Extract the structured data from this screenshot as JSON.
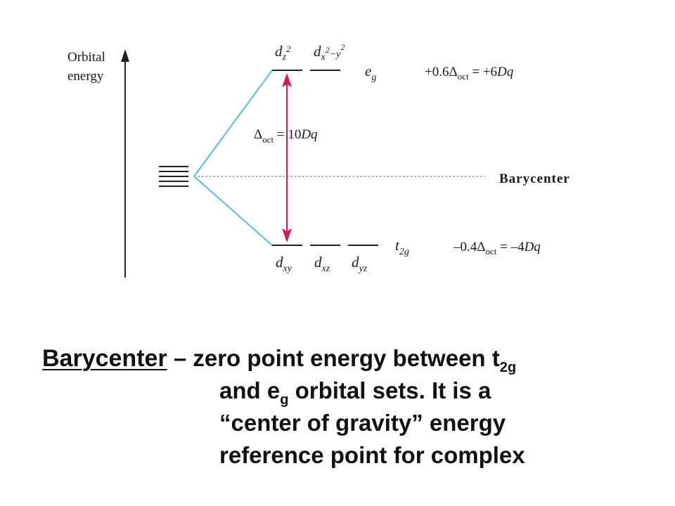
{
  "diagram": {
    "axis": {
      "label_line1": "Orbital",
      "label_line2": "energy"
    },
    "eg_set": {
      "orbital_1": {
        "base": "d",
        "sub": "z",
        "sup": "2"
      },
      "orbital_2": {
        "base": "d",
        "sub": "x",
        "sup1": "2",
        "minus": "−",
        "sub2": "y",
        "sup2": "2"
      },
      "label": {
        "base": "e",
        "sub": "g"
      },
      "energy": {
        "prefix": "+0.6Δ",
        "sub": "oct",
        "suffix": " = +6",
        "unit": "Dq"
      }
    },
    "t2g_set": {
      "orbitals": [
        {
          "base": "d",
          "sub": "xy"
        },
        {
          "base": "d",
          "sub": "xz"
        },
        {
          "base": "d",
          "sub": "yz"
        }
      ],
      "label": {
        "base": "t",
        "sub": "2g"
      },
      "energy": {
        "prefix": "–0.4Δ",
        "sub": "oct",
        "suffix": " = –4",
        "unit": "Dq"
      }
    },
    "splitting": {
      "prefix": "Δ",
      "sub": "oct",
      "suffix": " = 10",
      "unit": "Dq"
    },
    "barycenter_label": "Barycenter",
    "colors": {
      "split_lines": "#5bbcd6",
      "arrow": "#d9195f",
      "levels": "#222222",
      "dotted": "#777777"
    }
  },
  "definition": {
    "term": "Barycenter",
    "line1_text": " – zero point energy between t",
    "line1_sub": "2g",
    "line2_pre": "and e",
    "line2_sub": "g",
    "line2_post": " orbital sets. It is a",
    "line3": "“center of gravity” energy",
    "line4": "reference point for complex"
  }
}
